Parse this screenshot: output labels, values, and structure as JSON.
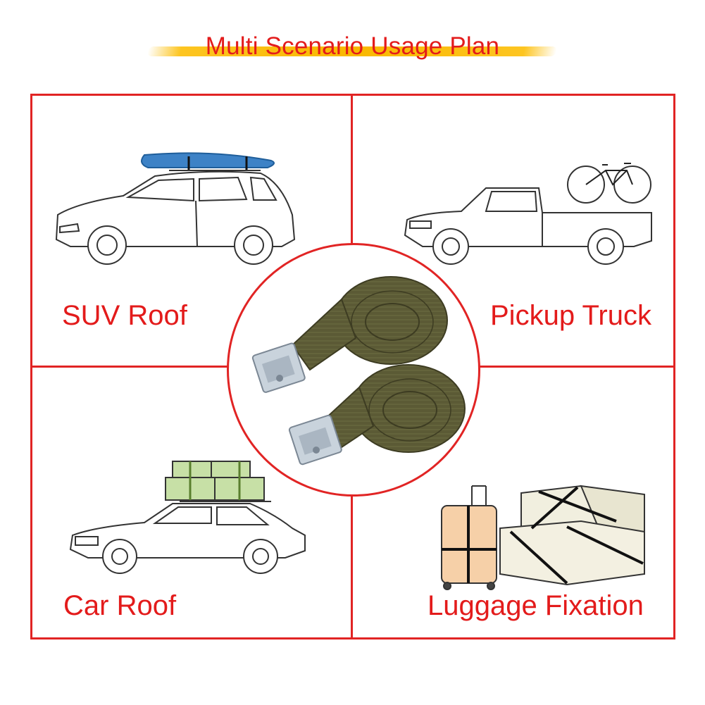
{
  "title": "Multi Scenario Usage Plan",
  "quadrants": [
    {
      "label": "SUV Roof",
      "icon": "suv-with-surfboard-illustration"
    },
    {
      "label": "Pickup Truck",
      "icon": "pickup-with-bicycle-illustration"
    },
    {
      "label": "Car Roof",
      "icon": "sedan-with-boxes-illustration"
    },
    {
      "label": "Luggage Fixation",
      "icon": "suitcase-and-boxes-illustration"
    }
  ],
  "center": {
    "icon": "cam-buckle-straps-product"
  },
  "colors": {
    "accent": "#e12424",
    "title_highlight": "#f9b800",
    "strap": "#5b5a35",
    "buckle": "#c9d3dc"
  }
}
